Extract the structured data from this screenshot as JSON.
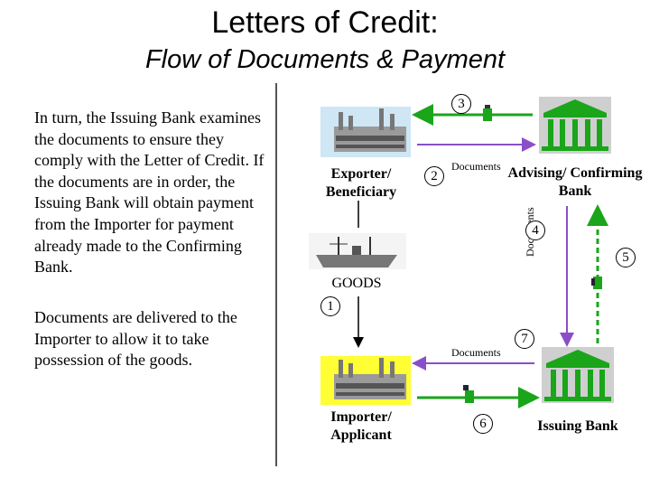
{
  "title": "Letters of Credit:",
  "subtitle": "Flow of Documents & Payment",
  "paragraphs": [
    "In turn, the Issuing Bank examines the documents to ensure they comply with the Letter of Credit. If the documents are in order, the Issuing Bank will obtain payment from the Importer for payment already made to the Confirming Bank.",
    "Documents are delivered to the Importer to allow it to take possession of the goods."
  ],
  "diagram": {
    "exporter": "Exporter/ Beneficiary",
    "importer": "Importer/ Applicant",
    "advising_bank": "Advising/ Confirming Bank",
    "issuing_bank": "Issuing Bank",
    "goods": "GOODS",
    "documents_top": "Documents",
    "documents_bottom": "Documents",
    "documents_vertical": "Documents",
    "steps": [
      "1",
      "2",
      "3",
      "4",
      "5",
      "6",
      "7"
    ]
  },
  "colors": {
    "purple_arrow": "#8a4fc8",
    "green_arrow": "#1aa51a",
    "importer_bg": "#ffff33"
  },
  "icons": [
    "factory-icon",
    "bank-building-icon",
    "ship-icon",
    "money-icon"
  ]
}
